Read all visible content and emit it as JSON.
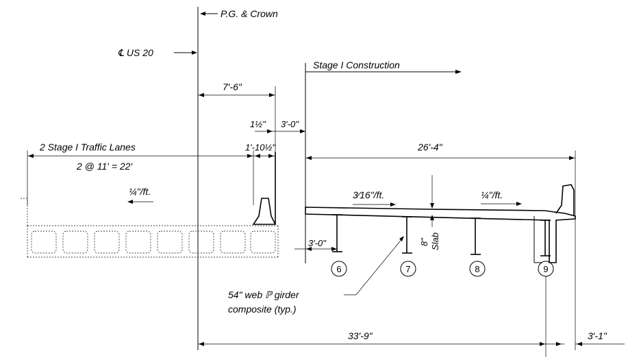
{
  "labels": {
    "pg_crown": "P.G. & Crown",
    "centerline_us20": "℄ US 20",
    "stage1_construction": "Stage I Construction",
    "traffic_lanes": "2 Stage I Traffic Lanes",
    "lanes_formula": "2 @ 11′ = 22′",
    "girder_note_line1": "54\" web ℙ girder",
    "girder_note_line2": "composite (typ.)",
    "slab": "Slab"
  },
  "dimensions": {
    "d_7_6": "7′-6\"",
    "d_1_half": "1½\"",
    "d_3_0_top": "3′-0\"",
    "d_1_10_half": "1′-10½\"",
    "d_26_4": "26′-4\"",
    "d_3_0_bottom": "3′-0\"",
    "d_8in": "8\"",
    "d_33_9": "33′-9\"",
    "d_3_1": "3′-1\""
  },
  "slopes": {
    "left": "¼\"/ft.",
    "middle": "3⁄16\"/ft.",
    "right": "¼\"/ft."
  },
  "girders": [
    "6",
    "7",
    "8",
    "9"
  ]
}
